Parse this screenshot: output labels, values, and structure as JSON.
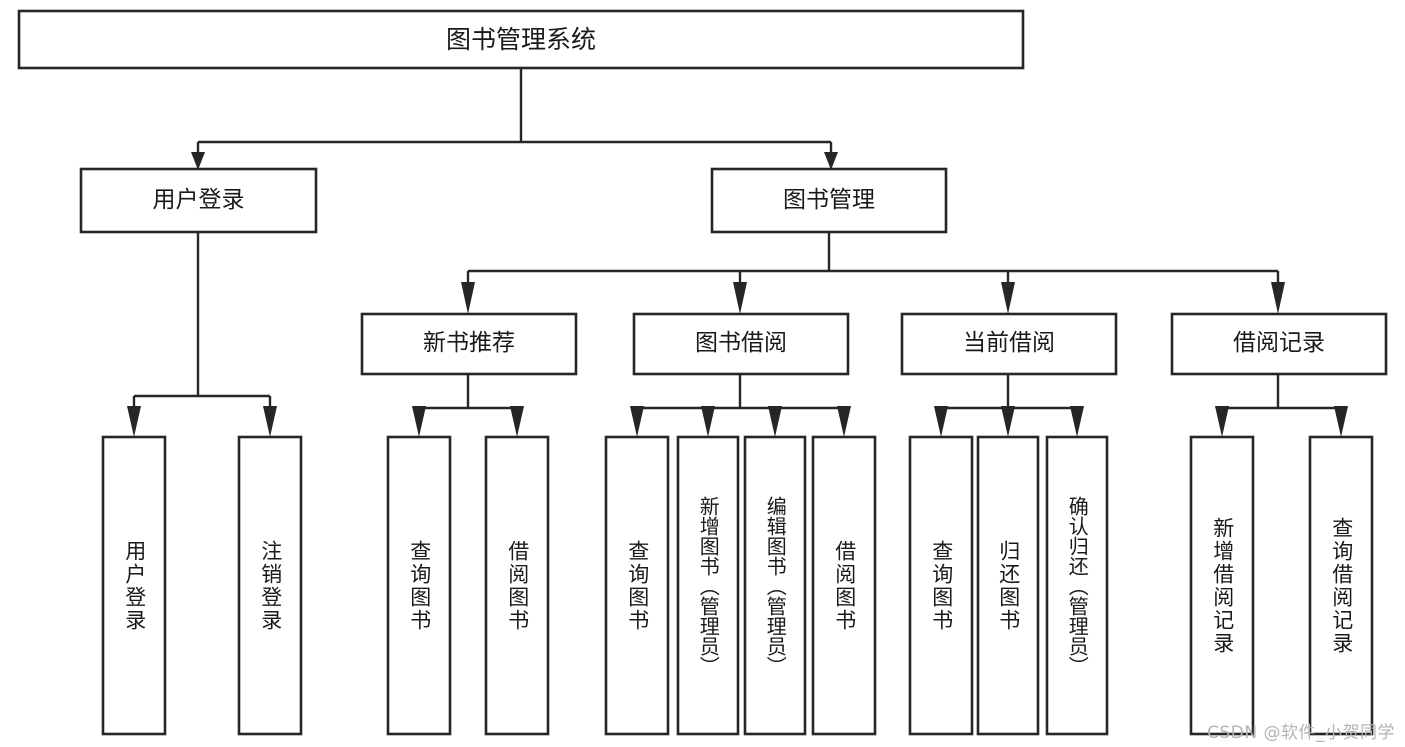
{
  "diagram": {
    "title": "图书管理系统",
    "type": "tree",
    "watermark": "CSDN @软件_小贺同学",
    "colors": {
      "stroke": "#262626",
      "fill": "#ffffff",
      "text": "#1a1a1a",
      "watermark": "#b4b4b4"
    },
    "nodes": {
      "root": {
        "label": "图书管理系统",
        "level": 0
      },
      "l1": [
        {
          "id": "user-login",
          "label": "用户登录"
        },
        {
          "id": "book-manage",
          "label": "图书管理"
        }
      ],
      "l2": [
        {
          "id": "new-book-recommend",
          "label": "新书推荐",
          "parent": "book-manage"
        },
        {
          "id": "book-borrow",
          "label": "图书借阅",
          "parent": "book-manage"
        },
        {
          "id": "current-borrow",
          "label": "当前借阅",
          "parent": "book-manage"
        },
        {
          "id": "borrow-record",
          "label": "借阅记录",
          "parent": "book-manage"
        }
      ],
      "l3": [
        {
          "id": "leaf-user-login",
          "label": "用户登录",
          "parent": "user-login"
        },
        {
          "id": "leaf-logout-login",
          "label": "注销登录",
          "parent": "user-login"
        },
        {
          "id": "leaf-query-book-1",
          "label": "查询图书",
          "parent": "new-book-recommend"
        },
        {
          "id": "leaf-borrow-book-1",
          "label": "借阅图书",
          "parent": "new-book-recommend"
        },
        {
          "id": "leaf-query-book-2",
          "label": "查询图书",
          "parent": "book-borrow"
        },
        {
          "id": "leaf-add-book",
          "label": "新增图书（管理员）",
          "parent": "book-borrow"
        },
        {
          "id": "leaf-edit-book",
          "label": "编辑图书（管理员）",
          "parent": "book-borrow"
        },
        {
          "id": "leaf-borrow-book-2",
          "label": "借阅图书",
          "parent": "book-borrow"
        },
        {
          "id": "leaf-query-book-3",
          "label": "查询图书",
          "parent": "current-borrow"
        },
        {
          "id": "leaf-return-book",
          "label": "归还图书",
          "parent": "current-borrow"
        },
        {
          "id": "leaf-confirm-return",
          "label": "确认归还（管理员）",
          "parent": "current-borrow"
        },
        {
          "id": "leaf-add-record",
          "label": "新增借阅记录",
          "parent": "borrow-record"
        },
        {
          "id": "leaf-query-record",
          "label": "查询借阅记录",
          "parent": "borrow-record"
        }
      ]
    }
  }
}
